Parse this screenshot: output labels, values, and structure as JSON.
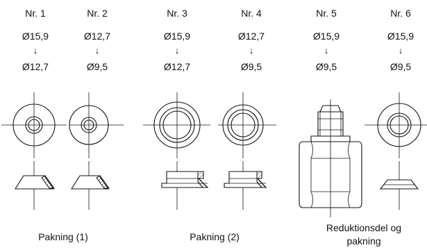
{
  "columns": [
    {
      "number": "Nr. 1",
      "from": "Ø15,9",
      "arrow": "↓",
      "to": "Ø12,7"
    },
    {
      "number": "Nr. 2",
      "from": "Ø12,7",
      "arrow": "↓",
      "to": "Ø9,5"
    },
    {
      "number": "Nr. 3",
      "from": "Ø15,9",
      "arrow": "↓",
      "to": "Ø12,7"
    },
    {
      "number": "Nr. 4",
      "from": "Ø12,7",
      "arrow": "↓",
      "to": "Ø9,5"
    },
    {
      "number": "Nr. 5",
      "from": "Ø15,9",
      "arrow": "↓",
      "to": "Ø9,5"
    },
    {
      "number": "Nr. 6",
      "from": "Ø15,9",
      "arrow": "↓",
      "to": "Ø9,5"
    }
  ],
  "groups": [
    {
      "label": "Pakning (1)"
    },
    {
      "label": "Pakning (2)"
    },
    {
      "label_line1": "Reduktionsdel og",
      "label_line2": "pakning"
    }
  ],
  "colors": {
    "ink": "#111111",
    "background": "#ffffff"
  }
}
